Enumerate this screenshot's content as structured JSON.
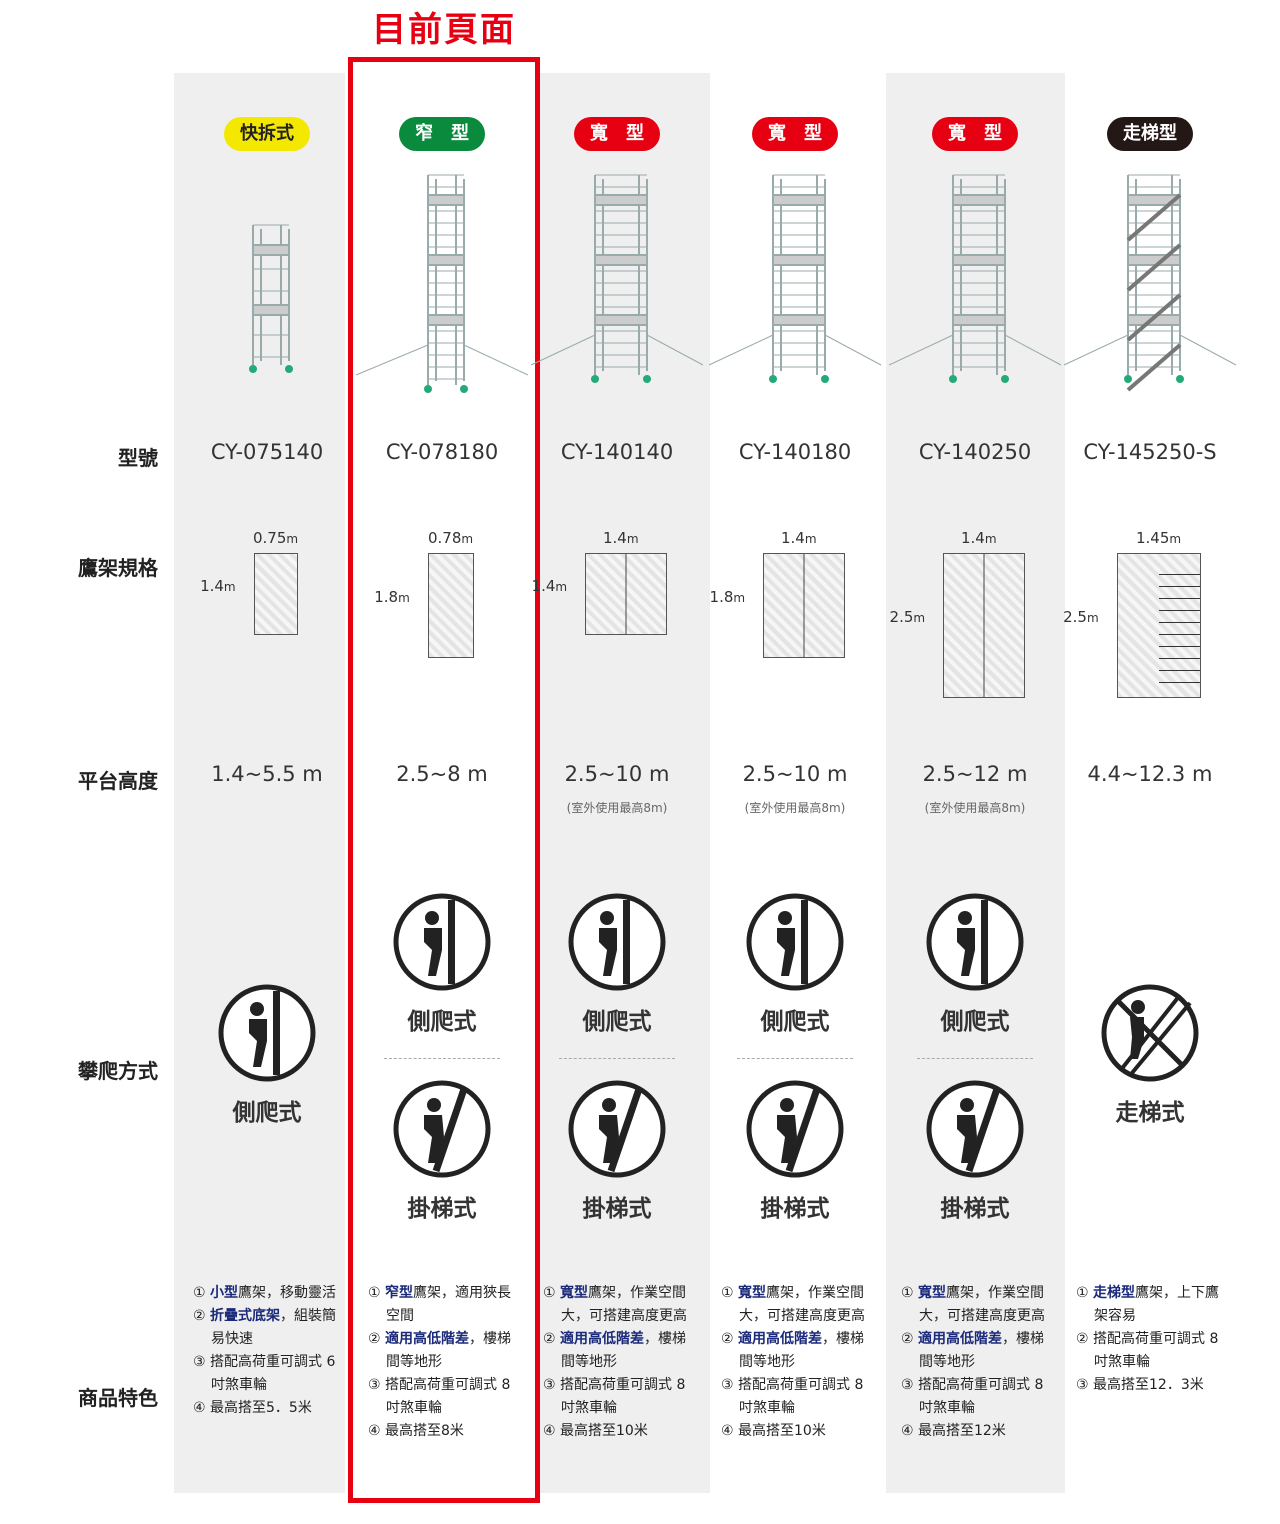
{
  "current_page_label": "目前頁面",
  "row_labels": {
    "model": "型號",
    "spec": "鷹架規格",
    "height": "平台高度",
    "climb": "攀爬方式",
    "features": "商品特色"
  },
  "colors": {
    "accent": "#e60012",
    "highlight": "#1b2a7a"
  },
  "columns": [
    {
      "badge": "快拆式",
      "badge_bg": "#f5e800",
      "badge_fg": "#222",
      "model": "CY-075140",
      "width": "0.75",
      "length": "1.4",
      "unit": "m",
      "height": "1.4~5.5 m",
      "note": "",
      "climb": [
        {
          "type": "side",
          "label": "側爬式"
        }
      ],
      "features": [
        [
          "①",
          "小型",
          "鷹架，移動靈活"
        ],
        [
          "②",
          "折疊式底架",
          "，組裝簡易快速"
        ],
        [
          "③",
          "",
          "搭配高荷重可調式 6吋煞車輪"
        ],
        [
          "④",
          "",
          "最高搭至5．5米"
        ]
      ]
    },
    {
      "badge": "窄　型",
      "badge_bg": "#0a8a3c",
      "badge_fg": "#fff",
      "model": "CY-078180",
      "width": "0.78",
      "length": "1.8",
      "unit": "m",
      "height": "2.5~8 m",
      "note": "",
      "climb": [
        {
          "type": "side",
          "label": "側爬式"
        },
        {
          "type": "ladder",
          "label": "掛梯式"
        }
      ],
      "features": [
        [
          "①",
          "窄型",
          "鷹架，適用狹長空間"
        ],
        [
          "②",
          "適用高低階差",
          "，樓梯間等地形"
        ],
        [
          "③",
          "",
          "搭配高荷重可調式 8吋煞車輪"
        ],
        [
          "④",
          "",
          "最高搭至8米"
        ]
      ]
    },
    {
      "badge": "寬　型",
      "badge_bg": "#e60012",
      "badge_fg": "#fff",
      "model": "CY-140140",
      "width": "1.4",
      "length": "1.4",
      "unit": "m",
      "height": "2.5~10 m",
      "note": "(室外使用最高8m)",
      "climb": [
        {
          "type": "side",
          "label": "側爬式"
        },
        {
          "type": "ladder",
          "label": "掛梯式"
        }
      ],
      "features": [
        [
          "①",
          "寬型",
          "鷹架，作業空間大，可搭建高度更高"
        ],
        [
          "②",
          "適用高低階差",
          "，樓梯間等地形"
        ],
        [
          "③",
          "",
          "搭配高荷重可調式 8吋煞車輪"
        ],
        [
          "④",
          "",
          "最高搭至10米"
        ]
      ]
    },
    {
      "badge": "寬　型",
      "badge_bg": "#e60012",
      "badge_fg": "#fff",
      "model": "CY-140180",
      "width": "1.4",
      "length": "1.8",
      "unit": "m",
      "height": "2.5~10 m",
      "note": "(室外使用最高8m)",
      "climb": [
        {
          "type": "side",
          "label": "側爬式"
        },
        {
          "type": "ladder",
          "label": "掛梯式"
        }
      ],
      "features": [
        [
          "①",
          "寬型",
          "鷹架，作業空間大，可搭建高度更高"
        ],
        [
          "②",
          "適用高低階差",
          "，樓梯間等地形"
        ],
        [
          "③",
          "",
          "搭配高荷重可調式 8吋煞車輪"
        ],
        [
          "④",
          "",
          "最高搭至10米"
        ]
      ]
    },
    {
      "badge": "寬　型",
      "badge_bg": "#e60012",
      "badge_fg": "#fff",
      "model": "CY-140250",
      "width": "1.4",
      "length": "2.5",
      "unit": "m",
      "height": "2.5~12 m",
      "note": "(室外使用最高8m)",
      "climb": [
        {
          "type": "side",
          "label": "側爬式"
        },
        {
          "type": "ladder",
          "label": "掛梯式"
        }
      ],
      "features": [
        [
          "①",
          "寬型",
          "鷹架，作業空間大，可搭建高度更高"
        ],
        [
          "②",
          "適用高低階差",
          "，樓梯間等地形"
        ],
        [
          "③",
          "",
          "搭配高荷重可調式 8吋煞車輪"
        ],
        [
          "④",
          "",
          "最高搭至12米"
        ]
      ]
    },
    {
      "badge": "走梯型",
      "badge_bg": "#231815",
      "badge_fg": "#fff",
      "model": "CY-145250-S",
      "width": "1.45",
      "length": "2.5",
      "unit": "m",
      "height": "4.4~12.3 m",
      "note": "",
      "climb": [
        {
          "type": "stair",
          "label": "走梯式"
        }
      ],
      "features": [
        [
          "①",
          "走梯型",
          "鷹架，上下鷹架容易"
        ],
        [
          "②",
          "",
          "搭配高荷重可調式 8吋煞車輪"
        ],
        [
          "③",
          "",
          "最高搭至12．3米"
        ]
      ]
    }
  ]
}
